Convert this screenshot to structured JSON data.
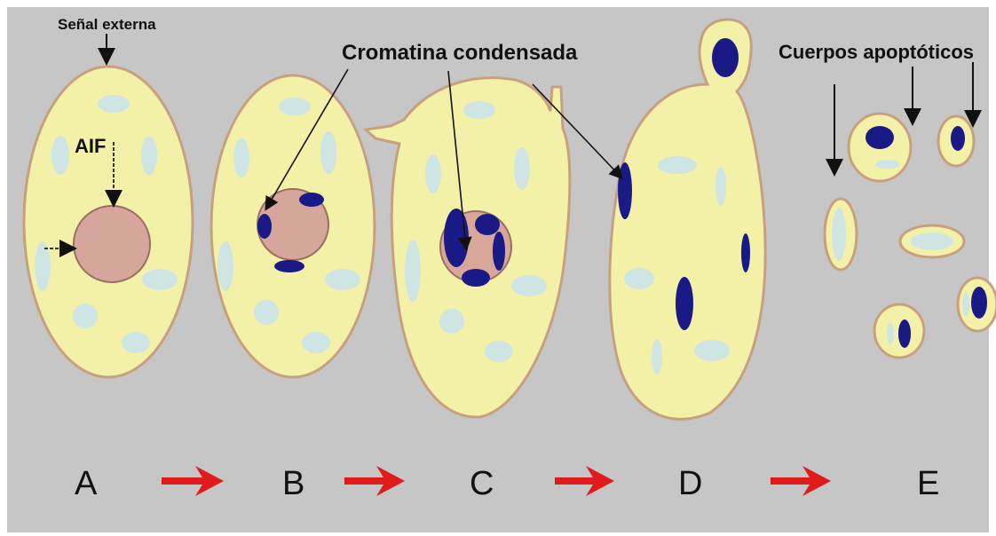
{
  "labels": {
    "external_signal": "Señal externa",
    "condensed_chromatin": "Cromatina condensada",
    "apoptotic_bodies": "Cuerpos apoptóticos",
    "aif": "AIF"
  },
  "stages": [
    "A",
    "B",
    "C",
    "D",
    "E"
  ],
  "colors": {
    "background": "#c6c6c6",
    "cytoplasm": "#f3f0a8",
    "membrane": "#c9a07f",
    "vacuole": "#cfe5e4",
    "nucleus": "#d8a79a",
    "chromatin": "#1a1a86",
    "arrow": "#e01b1b",
    "text": "#111111"
  }
}
